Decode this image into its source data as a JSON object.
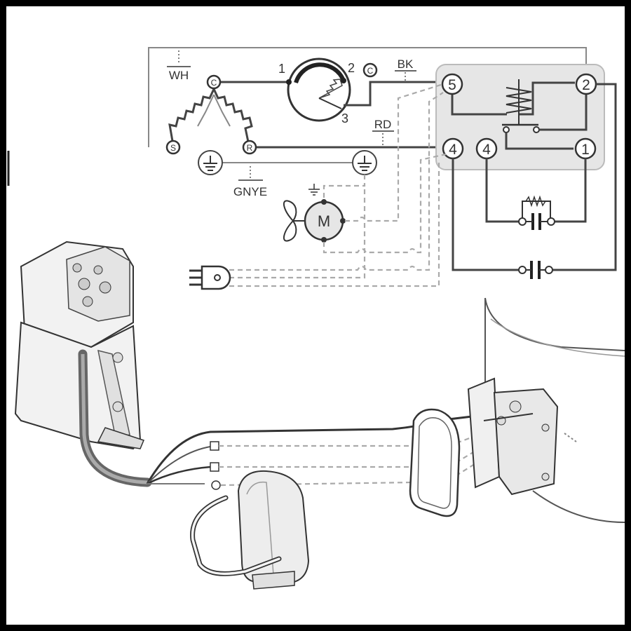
{
  "diagram": {
    "wire_labels": {
      "white": "WH",
      "black": "BK",
      "red": "RD",
      "green_yellow": "GNYE"
    },
    "winding_terminals": {
      "common": "C",
      "start": "S",
      "run": "R"
    },
    "thermal_protector": {
      "pin1": "1",
      "pin2": "2",
      "pin3": "3",
      "common": "C"
    },
    "relay_terminals": {
      "t5": "5",
      "t2": "2",
      "t4a": "4",
      "t4b": "4",
      "t1": "1"
    },
    "fan_motor": "M"
  },
  "colors": {
    "wire": "#444444",
    "light_wire": "#888888",
    "dashed": "#aaaaaa",
    "relay_box": "#e6e6e6",
    "frame": "#000000"
  },
  "icons": [
    "ground-icon",
    "fan-icon",
    "capacitor-icon",
    "plug-icon",
    "compressor-illustration",
    "relay-illustration"
  ]
}
